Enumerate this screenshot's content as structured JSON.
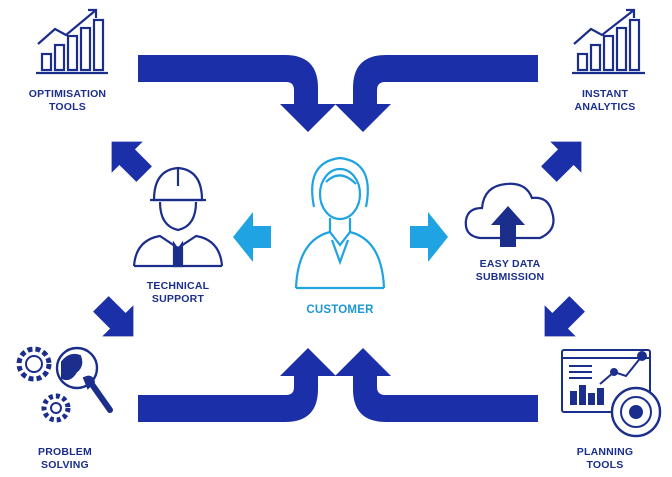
{
  "colors": {
    "navy": "#1a2fa8",
    "light_blue": "#1fa3e3",
    "text_navy": "#1b2e8c",
    "text_light": "#1b96d6"
  },
  "nodes": {
    "optimisation": {
      "lines": [
        "OPTIMISATION",
        "TOOLS"
      ],
      "icon": "bar-chart-trend-icon"
    },
    "analytics": {
      "lines": [
        "INSTANT",
        "ANALYTICS"
      ],
      "icon": "bar-chart-trend-icon"
    },
    "technical": {
      "lines": [
        "TECHNICAL",
        "SUPPORT"
      ],
      "icon": "engineer-icon"
    },
    "customer": {
      "lines": [
        "CUSTOMER"
      ],
      "icon": "customer-person-icon"
    },
    "submission": {
      "lines": [
        "EASY DATA",
        "SUBMISSION"
      ],
      "icon": "cloud-upload-icon"
    },
    "problem": {
      "lines": [
        "PROBLEM",
        "SOLVING"
      ],
      "icon": "gears-magnifier-icon"
    },
    "planning": {
      "lines": [
        "PLANNING",
        "TOOLS"
      ],
      "icon": "dashboard-icon"
    }
  }
}
